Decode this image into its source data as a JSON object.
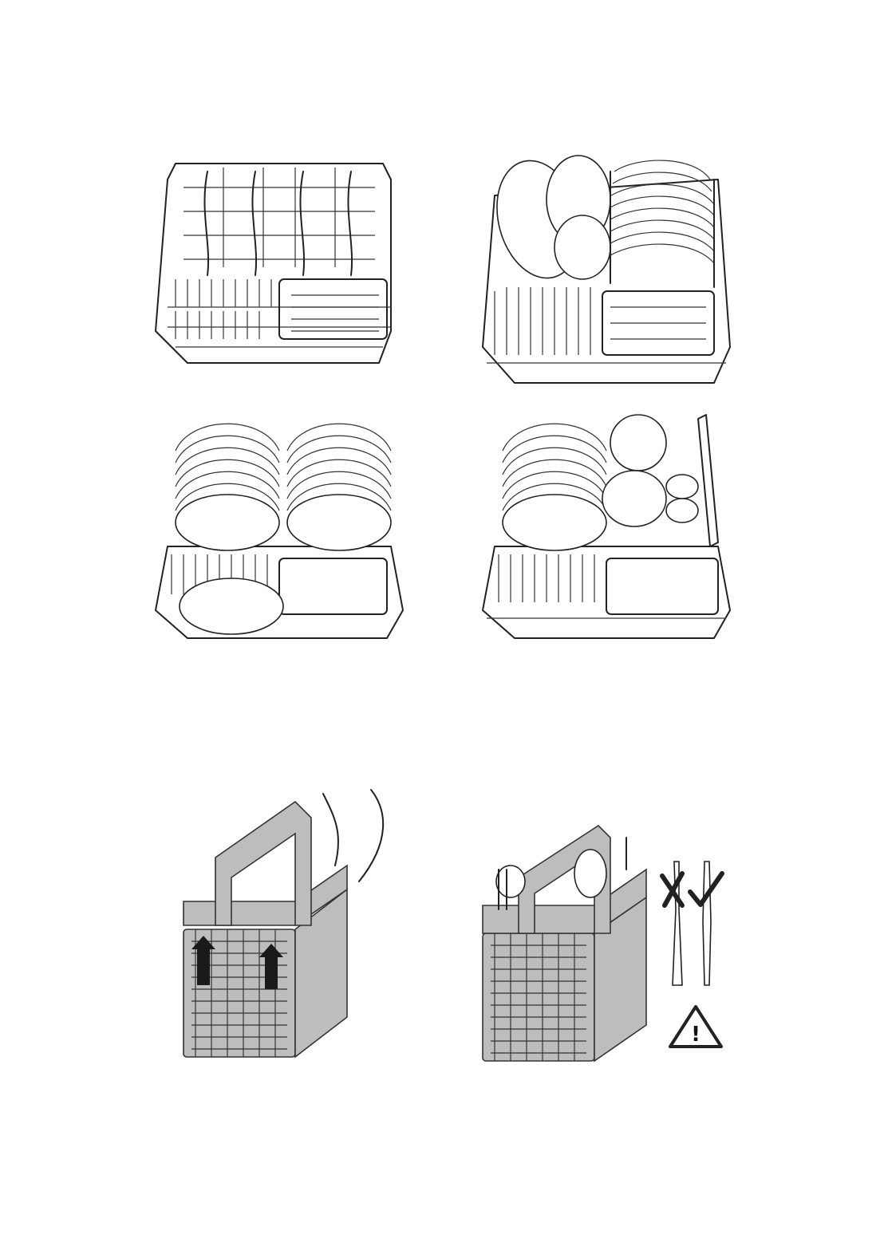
{
  "figures": {
    "rack_empty": {
      "icon": "empty-lower-rack"
    },
    "rack_large_plates": {
      "icon": "rack-with-serving-plates"
    },
    "rack_full_plates": {
      "icon": "rack-full-of-plates"
    },
    "rack_plates_pots": {
      "icon": "rack-with-plates-and-pots"
    },
    "basket_lid": {
      "icon": "cutlery-basket-lifting-grid"
    },
    "basket_loaded": {
      "icon": "cutlery-basket-loaded"
    },
    "knife_wrong": {
      "icon": "cross-mark"
    },
    "knife_right": {
      "icon": "check-mark"
    },
    "warning": {
      "icon": "warning-triangle",
      "text": "!"
    }
  }
}
